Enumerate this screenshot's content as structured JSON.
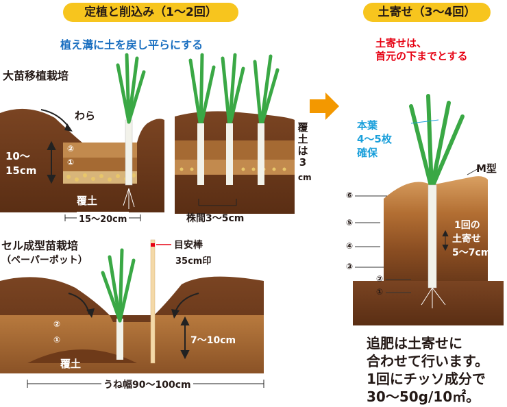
{
  "left_panel": {
    "title": "定植と削込み（1〜2回）",
    "subtitle": "植え溝に土を戻し平らにする",
    "section_large": {
      "label": "大苗移植栽培",
      "straw": "わら",
      "layer2": "②",
      "layer1": "①",
      "depth": "10〜",
      "depth2": "15cm",
      "cover": "覆土",
      "width": "15〜20cm",
      "spacing": "株間3〜5cm",
      "cover_depth_v": [
        "覆",
        "土",
        "は",
        "3"
      ],
      "cover_depth_unit": "cm"
    },
    "section_cell": {
      "label": "セル成型苗栽培",
      "label2": "（ペーパーポット）",
      "stick": "目安棒",
      "stick_mark": "35cm印",
      "layer2": "②",
      "layer1": "①",
      "depth": "7〜10cm",
      "cover": "覆土",
      "ridge_width": "うね幅90〜100cm"
    }
  },
  "right_panel": {
    "title": "土寄せ（3〜4回）",
    "warning_line1": "土寄せは、",
    "warning_line2": "首元の下までとする",
    "leaves_line1": "本葉",
    "leaves_line2": "4〜5枚",
    "leaves_line3": "確保",
    "shape": "M型",
    "layers": [
      "⑥",
      "⑤",
      "④",
      "③",
      "②",
      "①"
    ],
    "once_line1": "1回の",
    "once_line2": "土寄せ",
    "once_line3": "5〜7cm",
    "note_lines": [
      "追肥は土寄せに",
      "合わせて行います。",
      "1回にチッソ成分で",
      "30〜50g/10㎡。"
    ]
  },
  "colors": {
    "title_bg": "#f7c51e",
    "subtitle_blue": "#1a6fc0",
    "warning_red": "#e60012",
    "leaf_label_blue": "#1ba0db",
    "arrow_orange": "#f39800",
    "soil_dark": "#6b3a1f",
    "soil_mid": "#a8672e",
    "soil_light": "#c98f52",
    "leaf_green": "#3aa845"
  }
}
